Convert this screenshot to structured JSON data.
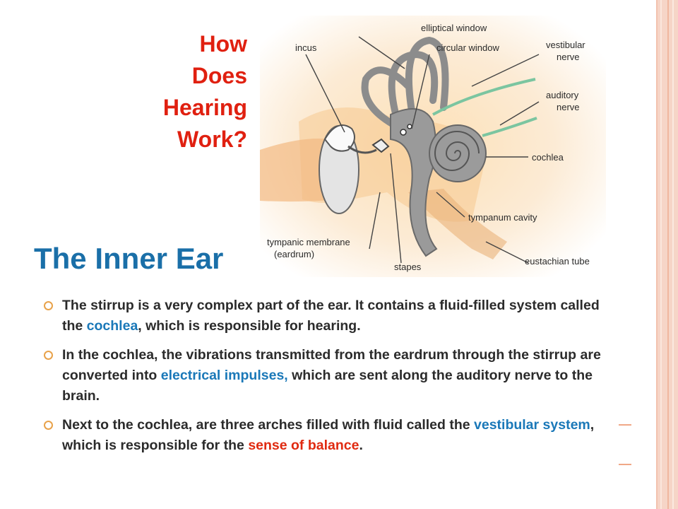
{
  "heading": {
    "line1": "How",
    "line2": "Does",
    "line3": "Hearing",
    "line4": "Work?"
  },
  "section_title": "The Inner Ear",
  "diagram_labels": {
    "elliptical_window": "elliptical window",
    "incus": "incus",
    "circular_window": "circular window",
    "vestibular_nerve_1": "vestibular",
    "vestibular_nerve_2": "nerve",
    "auditory_nerve_1": "auditory",
    "auditory_nerve_2": "nerve",
    "cochlea": "cochlea",
    "tympanum_cavity": "tympanum cavity",
    "tympanic_membrane_1": "tympanic membrane",
    "tympanic_membrane_2": "(eardrum)",
    "stapes": "stapes",
    "eustachian_tube": "eustachian tube"
  },
  "bullets": {
    "b1_a": "The stirrup is a very complex part of the ear. It contains  a fluid-filled system called the ",
    "b1_hl": "cochlea",
    "b1_b": ", which is responsible for hearing.",
    "b2_a": "In the cochlea, the vibrations transmitted from the eardrum through the stirrup are converted into ",
    "b2_hl": "electrical impulses,",
    "b2_b": " which are sent along the auditory nerve to the brain.",
    "b3_a": "Next to the cochlea, are three arches filled with fluid called the ",
    "b3_hl1": "vestibular system",
    "b3_b": ", which is responsible for the ",
    "b3_hl2": "sense of balance",
    "b3_c": "."
  },
  "colors": {
    "heading_red": "#e02010",
    "title_blue": "#1a6fa8",
    "highlight_blue": "#1a78b8",
    "highlight_red": "#e02a10",
    "bullet_orange": "#e8a24a",
    "rail_peach": "#f6d5c7"
  }
}
